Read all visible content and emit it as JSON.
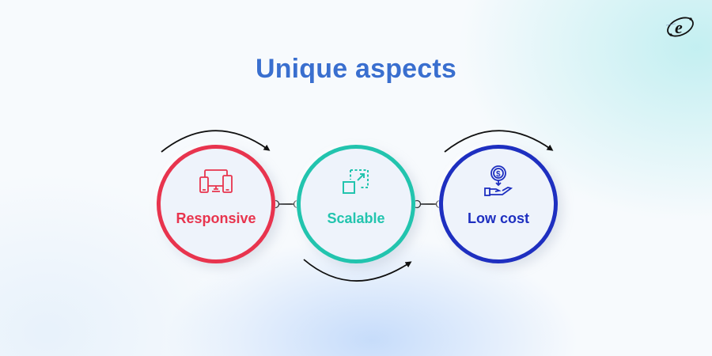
{
  "brand": {
    "logo_icon": "e-logo-icon"
  },
  "title": "Unique aspects",
  "colors": {
    "title": "#3a6fcf",
    "responsive": "#e8344e",
    "scalable": "#22c4ae",
    "low_cost": "#1e2fc0",
    "arrow": "#111111"
  },
  "nodes": [
    {
      "label": "Responsive",
      "icon": "devices-icon",
      "color": "#e8344e"
    },
    {
      "label": "Scalable",
      "icon": "resize-icon",
      "color": "#22c4ae"
    },
    {
      "label": "Low cost",
      "icon": "money-hand-icon",
      "color": "#1e2fc0"
    }
  ]
}
